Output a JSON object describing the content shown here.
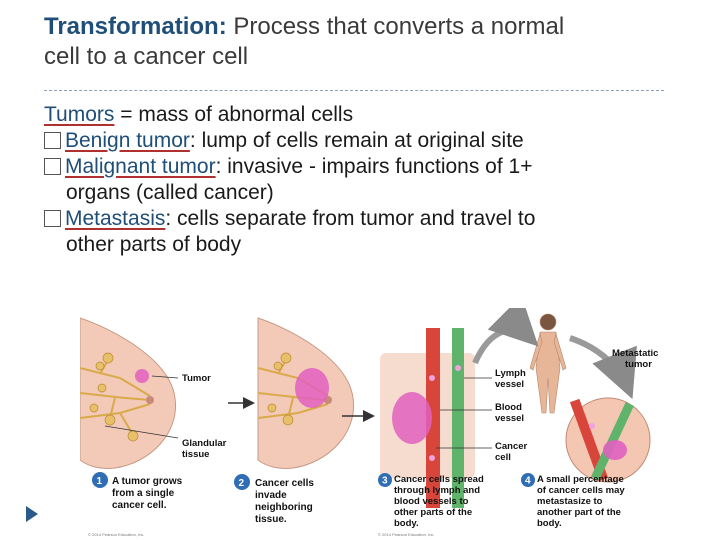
{
  "title": {
    "term": "Transformation:",
    "line1_rest": " Process that converts a normal",
    "line2": "cell to a cancer cell"
  },
  "bullets": {
    "intro_term": "Tumors",
    "intro_rest": " = mass of abnormal cells",
    "items": [
      {
        "term": "Benign tumor",
        "rest": ": lump of cells remain at original site",
        "cont": ""
      },
      {
        "term": "Malignant tumor",
        "rest": ": invasive - impairs functions of 1+",
        "cont": "organs (called cancer)"
      },
      {
        "term": "Metastasis",
        "rest": ": cells separate from tumor and travel to",
        "cont": "other parts of body"
      }
    ]
  },
  "figure": {
    "labels": {
      "tumor": "Tumor",
      "glandular": [
        "Glandular",
        "tissue"
      ],
      "lymph": [
        "Lymph",
        "vessel"
      ],
      "blood": [
        "Blood",
        "vessel"
      ],
      "cancer_cell": [
        "Cancer",
        "cell"
      ],
      "metastatic": [
        "Metastatic",
        "tumor"
      ]
    },
    "steps": [
      {
        "num": "1",
        "lines": [
          "A tumor grows",
          "from a single",
          "cancer cell."
        ]
      },
      {
        "num": "2",
        "lines": [
          "Cancer cells",
          "invade",
          "neighboring",
          "tissue."
        ]
      },
      {
        "num": "3",
        "lines": [
          "Cancer cells spread",
          "through lymph and",
          "blood vessels to",
          "other parts of the",
          "body."
        ]
      },
      {
        "num": "4",
        "lines": [
          "A small percentage",
          "of cancer cells may",
          "metastasize to",
          "another part of the",
          "body."
        ]
      }
    ],
    "copyright": "© 2014 Pearson Education, Inc.",
    "colors": {
      "tissue": "#f3c9b8",
      "gland": "#e8c06a",
      "tumor": "#e060c0",
      "step_badge": "#2f6db5",
      "lymph": "#5fb36a",
      "blood": "#d8453a"
    }
  }
}
